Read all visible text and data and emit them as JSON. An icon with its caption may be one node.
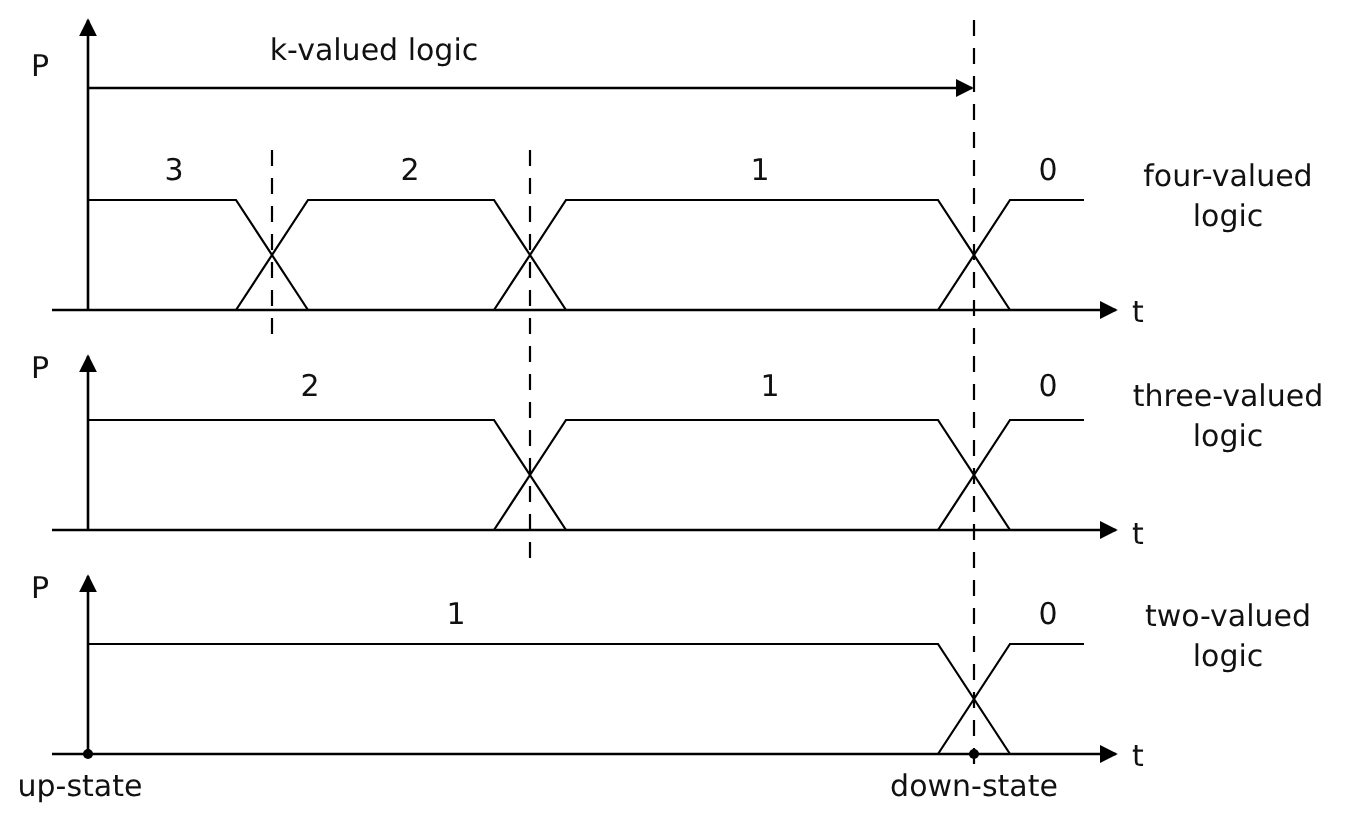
{
  "diagram": {
    "labels": [
      "P",
      "k-valued logic",
      "3",
      "2",
      "1",
      "0",
      "four-valued logic",
      "t",
      "P",
      "2",
      "1",
      "0",
      "three-valued logic",
      "t",
      "P",
      "1",
      "0",
      "two-valued logic",
      "up-state",
      "down-state",
      "t"
    ]
  }
}
